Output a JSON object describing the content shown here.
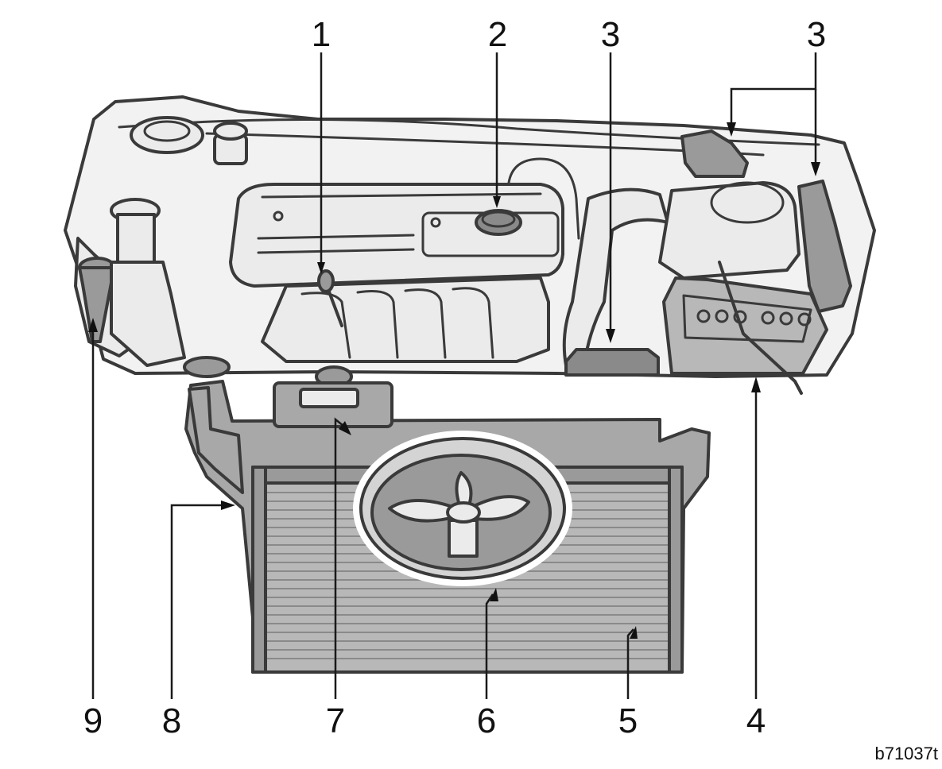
{
  "callouts": {
    "c1": "1",
    "c2": "2",
    "c3a": "3",
    "c3b": "3",
    "c4": "4",
    "c5": "5",
    "c6": "6",
    "c7": "7",
    "c8": "8",
    "c9": "9"
  },
  "figure_id": "b71037t",
  "colors": {
    "outline": "#3a3a3a",
    "light_fill": "#ebebeb",
    "mid_fill": "#b8b8b8",
    "dark_fill": "#8a8a8a",
    "highlight_fill": "#d4d4d4"
  }
}
